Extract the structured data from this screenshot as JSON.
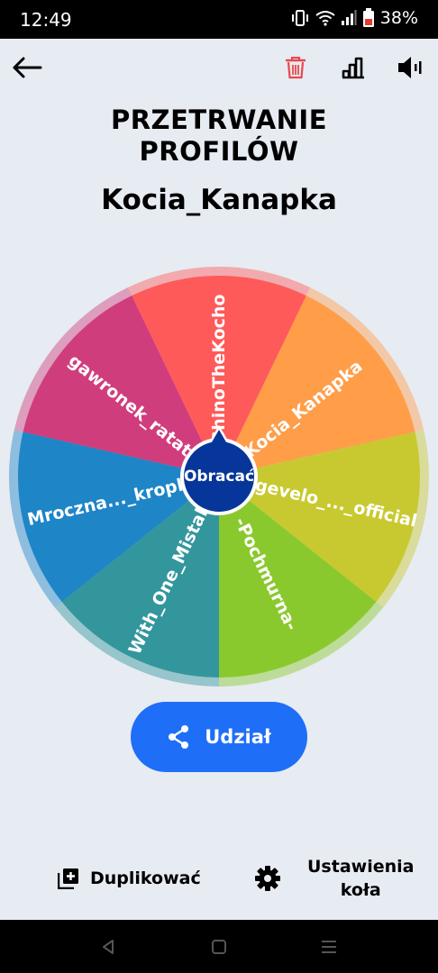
{
  "status_bar": {
    "time": "12:49",
    "battery": "38%"
  },
  "header": {
    "title_line1": "PRZETRWANIE",
    "title_line2": "PROFILÓW",
    "current_winner": "Kocia_Kanapka"
  },
  "wheel": {
    "center_label": "Obracać",
    "segments": [
      {
        "label": "Kocia_Kanapka",
        "color": "#ff9d49"
      },
      {
        "label": "Engevelo_..._official",
        "color": "#c8c930"
      },
      {
        "label": "-Pochmurna-",
        "color": "#8ac92d"
      },
      {
        "label": "With_One_Mistake",
        "color": "#34969d"
      },
      {
        "label": "Mroczna..._kropka",
        "color": "#1e85c7"
      },
      {
        "label": "gawronek_ratata",
        "color": "#d03d7c"
      },
      {
        "label": "ShinoTheKocho",
        "color": "#fe5a5a"
      }
    ],
    "center_color": "#07369a"
  },
  "actions": {
    "share_label": "Udział",
    "duplicate_label": "Duplikować",
    "settings_line1": "Ustawienia",
    "settings_line2": "koła"
  },
  "colors": {
    "accent": "#1f6ef7",
    "delete": "#e8484d",
    "background": "#e7ebf2"
  },
  "icons": [
    "back-arrow-icon",
    "trash-icon",
    "stats-icon",
    "speaker-icon",
    "share-icon",
    "duplicate-icon",
    "gear-icon",
    "nav-back-icon",
    "nav-home-icon",
    "nav-recents-icon"
  ]
}
